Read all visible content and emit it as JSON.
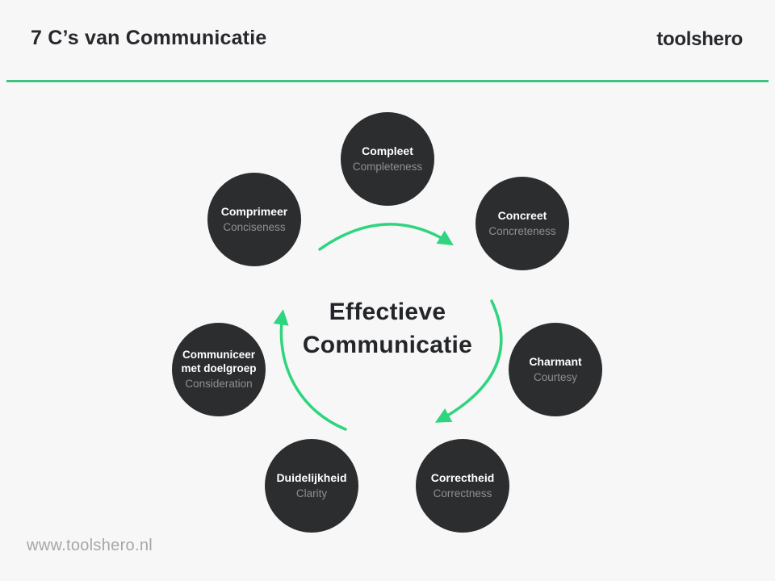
{
  "header": {
    "title": "7 C’s van Communicatie",
    "brand": "toolshero"
  },
  "center": {
    "line1": "Effectieve",
    "line2": "Communicatie"
  },
  "nodes": [
    {
      "label": "Compleet",
      "sublabel": "Completeness"
    },
    {
      "label": "Concreet",
      "sublabel": "Concreteness"
    },
    {
      "label": "Charmant",
      "sublabel": "Courtesy"
    },
    {
      "label": "Correctheid",
      "sublabel": "Correctness"
    },
    {
      "label": "Duidelijkheid",
      "sublabel": "Clarity"
    },
    {
      "label": "Communiceer met doelgroep",
      "sublabel": "Consideration"
    },
    {
      "label": "Comprimeer",
      "sublabel": "Conciseness"
    }
  ],
  "footer": {
    "url": "www.toolshero.nl"
  },
  "colors": {
    "background": "#f7f7f8",
    "node_fill": "#2b2d2f",
    "node_label": "#ffffff",
    "node_sublabel": "#8e9093",
    "divider_green": "#3ec27f",
    "arrow_green": "#2ed57e",
    "heading_text": "#26282b",
    "footer_text": "#a5a7a9"
  }
}
